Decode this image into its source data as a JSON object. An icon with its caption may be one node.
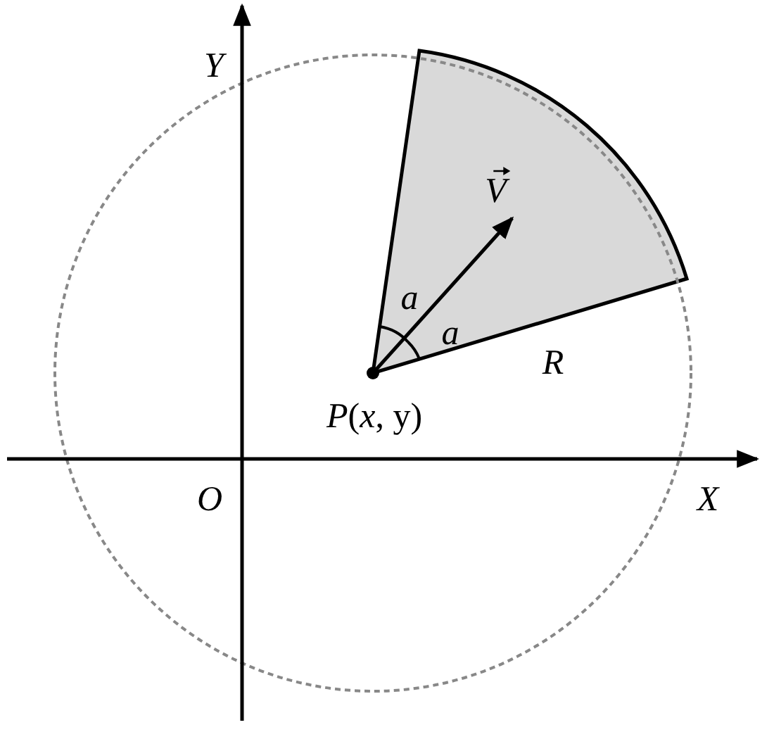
{
  "diagram": {
    "labels": [
      "Y",
      "V⃗",
      "a",
      "a",
      "R",
      "*P*(*x*, y)",
      "O",
      "X"
    ]
  }
}
